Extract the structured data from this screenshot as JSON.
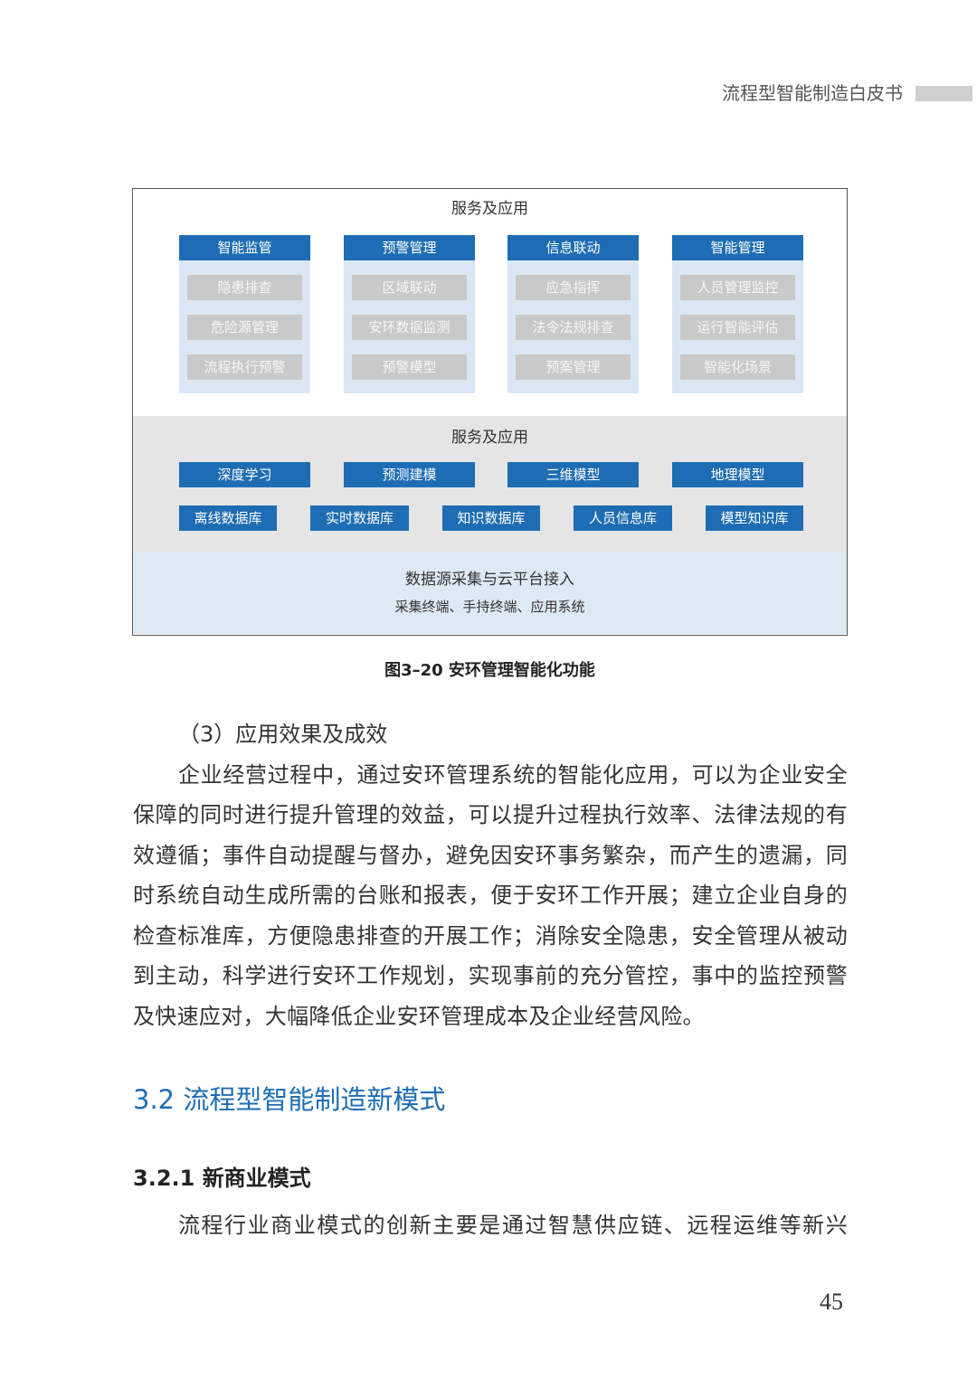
{
  "header": {
    "running_title": "流程型智能制造白皮书"
  },
  "figure": {
    "top_section": {
      "title": "服务及应用",
      "columns": [
        {
          "header": "智能监管",
          "items": [
            "隐患排查",
            "危险源管理",
            "流程执行预警"
          ]
        },
        {
          "header": "预警管理",
          "items": [
            "区域联动",
            "安环数据监测",
            "预警模型"
          ]
        },
        {
          "header": "信息联动",
          "items": [
            "应急指挥",
            "法令法规排查",
            "预案管理"
          ]
        },
        {
          "header": "智能管理",
          "items": [
            "人员管理监控",
            "运行智能评估",
            "智能化场景"
          ]
        }
      ]
    },
    "middle_section": {
      "title": "服务及应用",
      "models": [
        "深度学习",
        "预测建模",
        "三维模型",
        "地理模型"
      ],
      "databases": [
        "离线数据库",
        "实时数据库",
        "知识数据库",
        "人员信息库",
        "模型知识库"
      ]
    },
    "bottom_section": {
      "title": "数据源采集与云平台接入",
      "terminals": "采集终端、手持终端、应用系统"
    },
    "caption": "图3–20 安环管理智能化功能"
  },
  "subsection_3": {
    "heading": "（3）应用效果及成效",
    "lines": [
      "企业经营过程中，通过安环管理系统的智能化应用，可以为企业安全",
      "保障的同时进行提升管理的效益，可以提升过程执行效率、法律法规的有",
      "效遵循；事件自动提醒与督办，避免因安环事务繁杂，而产生的遗漏，同",
      "时系统自动生成所需的台账和报表，便于安环工作开展；建立企业自身的",
      "检查标准库，方便隐患排查的开展工作；消除安全隐患，安全管理从被动",
      "到主动，科学进行安环工作规划，实现事前的充分管控，事中的监控预警",
      "及快速应对，大幅降低企业安环管理成本及企业经营风险。"
    ]
  },
  "section_3_2": {
    "heading": "3.2 流程型智能制造新模式"
  },
  "subsection_3_2_1": {
    "heading": "3.2.1 新商业模式",
    "lines": [
      "流程行业商业模式的创新主要是通过智慧供应链、远程运维等新兴"
    ]
  },
  "page_number": "45",
  "colors": {
    "accent_blue": "#1e6db4",
    "heading_blue": "#1e6db4",
    "panel_light_blue": "#d9e7f5",
    "item_gray": "#c9c9c9",
    "middle_gray": "#e5e5e5",
    "bottom_light_blue": "#dde9f4"
  }
}
